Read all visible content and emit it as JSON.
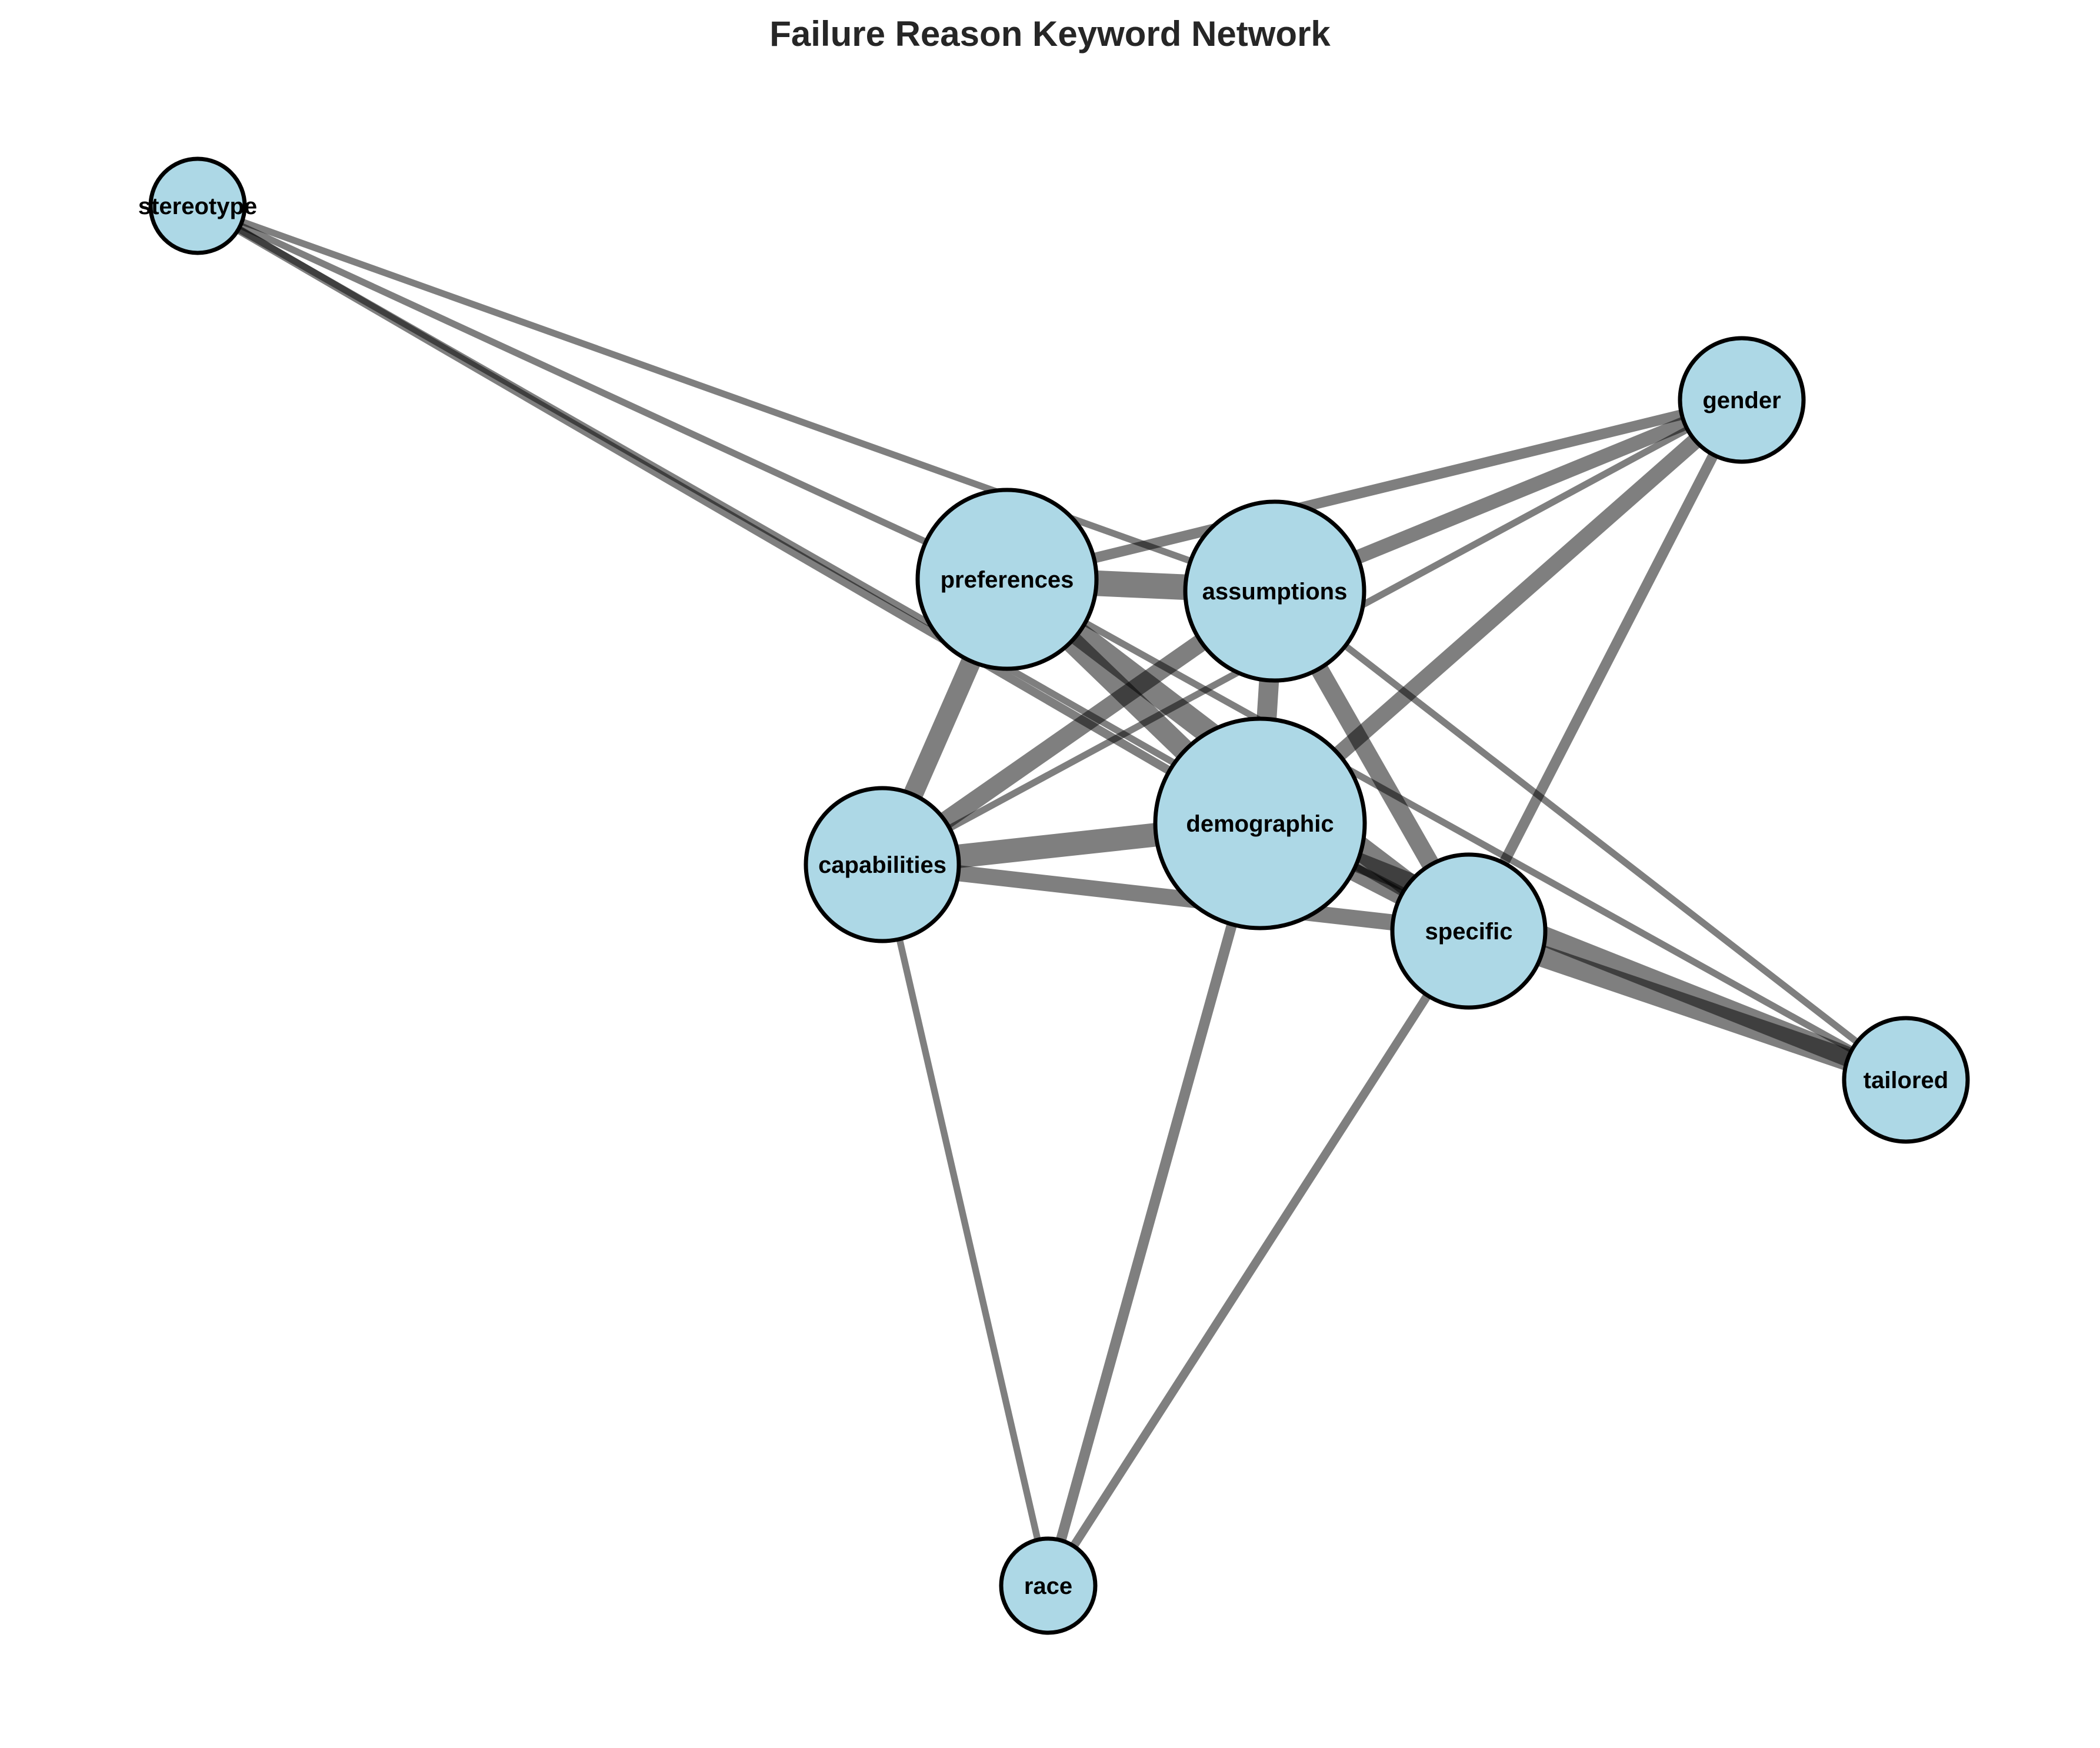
{
  "title": "Failure Reason Keyword Network",
  "colors": {
    "node_fill": "#add8e6",
    "node_stroke": "#000000",
    "edge": "#000000",
    "title": "#262626",
    "background": "#ffffff"
  },
  "nodes": [
    {
      "id": "stereotype",
      "label": "stereotype",
      "weight": 1
    },
    {
      "id": "gender",
      "label": "gender",
      "weight": 2
    },
    {
      "id": "preferences",
      "label": "preferences",
      "weight": 4
    },
    {
      "id": "assumptions",
      "label": "assumptions",
      "weight": 4
    },
    {
      "id": "demographic",
      "label": "demographic",
      "weight": 5
    },
    {
      "id": "capabilities",
      "label": "capabilities",
      "weight": 3
    },
    {
      "id": "specific",
      "label": "specific",
      "weight": 3
    },
    {
      "id": "tailored",
      "label": "tailored",
      "weight": 2
    },
    {
      "id": "race",
      "label": "race",
      "weight": 1
    }
  ],
  "edges": [
    {
      "source": "stereotype",
      "target": "preferences",
      "weight": 2
    },
    {
      "source": "stereotype",
      "target": "assumptions",
      "weight": 2
    },
    {
      "source": "stereotype",
      "target": "demographic",
      "weight": 3
    },
    {
      "source": "stereotype",
      "target": "specific",
      "weight": 2
    },
    {
      "source": "gender",
      "target": "preferences",
      "weight": 4
    },
    {
      "source": "gender",
      "target": "assumptions",
      "weight": 6
    },
    {
      "source": "gender",
      "target": "demographic",
      "weight": 7
    },
    {
      "source": "gender",
      "target": "capabilities",
      "weight": 2
    },
    {
      "source": "gender",
      "target": "specific",
      "weight": 4
    },
    {
      "source": "preferences",
      "target": "assumptions",
      "weight": 12
    },
    {
      "source": "preferences",
      "target": "demographic",
      "weight": 10
    },
    {
      "source": "preferences",
      "target": "capabilities",
      "weight": 9
    },
    {
      "source": "preferences",
      "target": "specific",
      "weight": 11
    },
    {
      "source": "preferences",
      "target": "tailored",
      "weight": 2
    },
    {
      "source": "assumptions",
      "target": "demographic",
      "weight": 9
    },
    {
      "source": "assumptions",
      "target": "capabilities",
      "weight": 8
    },
    {
      "source": "assumptions",
      "target": "specific",
      "weight": 8
    },
    {
      "source": "assumptions",
      "target": "tailored",
      "weight": 2
    },
    {
      "source": "demographic",
      "target": "capabilities",
      "weight": 11
    },
    {
      "source": "demographic",
      "target": "specific",
      "weight": 8
    },
    {
      "source": "demographic",
      "target": "tailored",
      "weight": 9
    },
    {
      "source": "demographic",
      "target": "race",
      "weight": 4
    },
    {
      "source": "capabilities",
      "target": "specific",
      "weight": 7
    },
    {
      "source": "capabilities",
      "target": "race",
      "weight": 2
    },
    {
      "source": "specific",
      "target": "tailored",
      "weight": 10
    },
    {
      "source": "specific",
      "target": "race",
      "weight": 3
    }
  ]
}
